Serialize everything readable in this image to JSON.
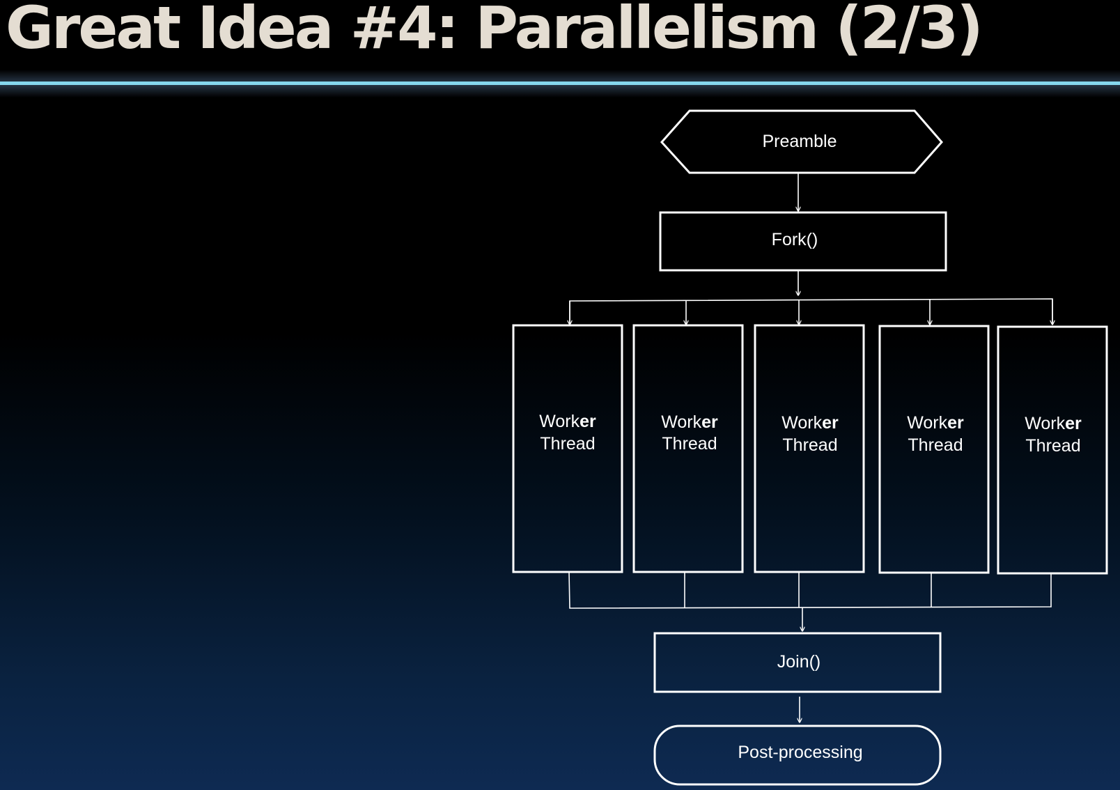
{
  "slide": {
    "title": "Great Idea #4: Parallelism (2/3)"
  },
  "diagram": {
    "preamble": "Preamble",
    "fork": "Fork()",
    "worker_prefix": "Work",
    "worker_suffix": "er",
    "worker_line2": "Thread",
    "join": "Join()",
    "post": "Post-processing"
  },
  "colors": {
    "title": "#e4ddd2",
    "rule": "#86d7ee",
    "stroke": "#ffffff",
    "background_bottom": "#0e2a52"
  }
}
